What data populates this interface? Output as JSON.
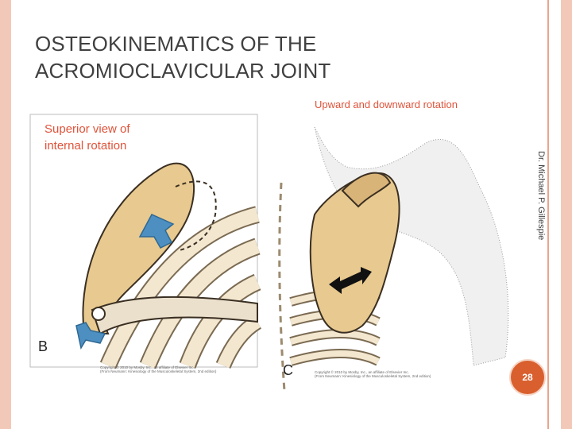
{
  "slide": {
    "title": "OSTEOKINEMATICS OF THE ACROMIOCLAVICULAR JOINT",
    "side_label": "Dr. Michael P. Gillespie",
    "page_number": "28"
  },
  "figure": {
    "panel_b_caption": "Superior view of internal rotation",
    "panel_b_letter": "B",
    "panel_c_caption": "Upward and downward rotation",
    "panel_c_letter": "C",
    "copyright_line1": "Copyright © 2010 by Mosby, Inc., an affiliate of Elsevier Inc.",
    "copyright_line2": "(From Neumann: Kinesiology of the Musculoskeletal System, 2nd edition)",
    "caption_color": "#e0533a"
  }
}
